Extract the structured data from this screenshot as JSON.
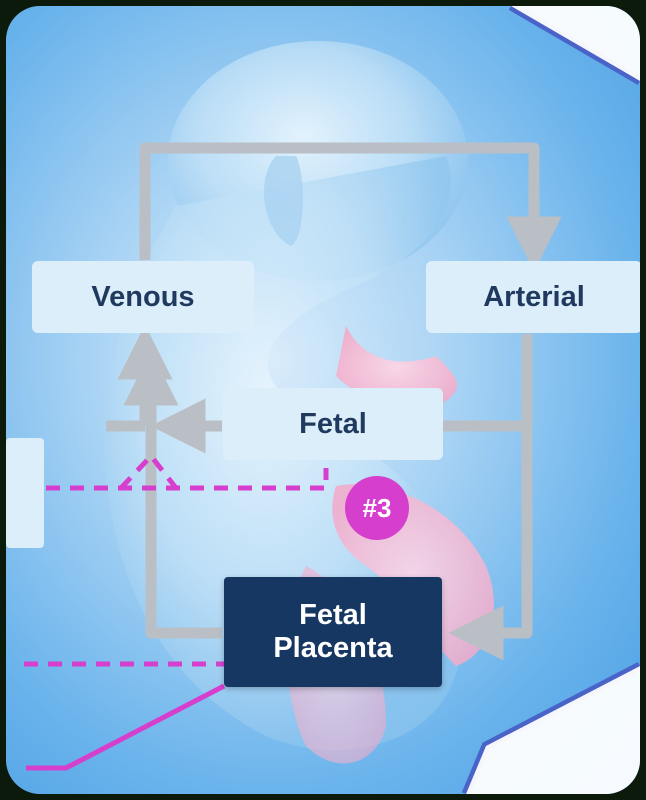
{
  "nodes": {
    "venous": "Venous",
    "arterial": "Arterial",
    "fetal": "Fetal",
    "fetal_placenta_line1": "Fetal",
    "fetal_placenta_line2": "Placenta"
  },
  "badge": "#3",
  "colors": {
    "background": "#6bb4ec",
    "arrow": "#b9bfc5",
    "accent_magenta": "#d63fce",
    "dark_box": "#173763",
    "light_box": "#ddeefb",
    "hex_border": "#4a63c8"
  }
}
